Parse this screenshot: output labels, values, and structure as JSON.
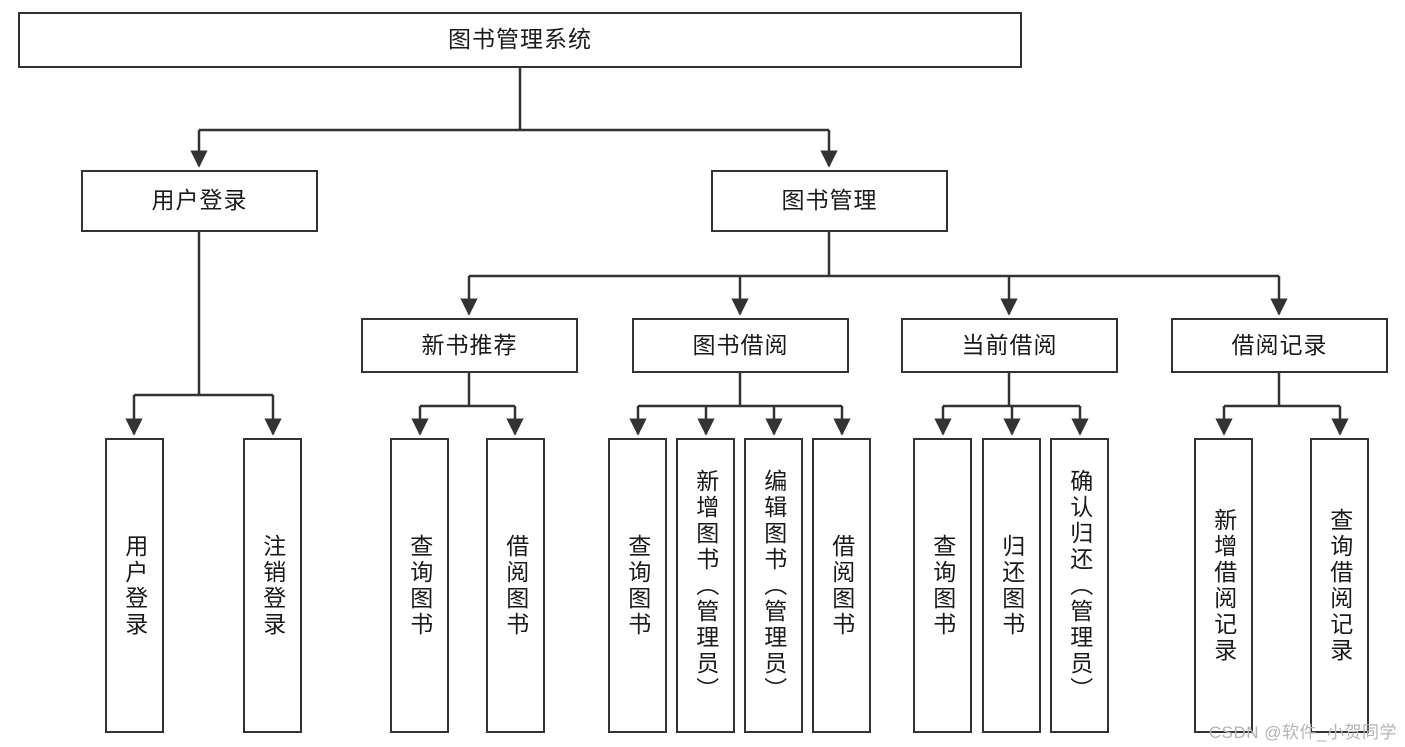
{
  "diagram": {
    "title": "图书管理系统",
    "type": "tree-hierarchy-diagram",
    "colors": {
      "background": "#ffffff",
      "node_fill": "#ffffff",
      "node_stroke": "#333333",
      "connector": "#333333",
      "text": "#1a1a1a",
      "watermark": "#b4b4b4"
    },
    "root": {
      "label": "图书管理系统"
    },
    "level2": [
      {
        "label": "用户登录"
      },
      {
        "label": "图书管理"
      }
    ],
    "level3": [
      {
        "label": "新书推荐"
      },
      {
        "label": "图书借阅"
      },
      {
        "label": "当前借阅"
      },
      {
        "label": "借阅记录"
      }
    ],
    "leaves": {
      "user_login": [
        {
          "label": "用户登录"
        },
        {
          "label": "注销登录"
        }
      ],
      "new_book_recommend": [
        {
          "label": "查询图书"
        },
        {
          "label": "借阅图书"
        }
      ],
      "book_borrow": [
        {
          "label": "查询图书"
        },
        {
          "label": "新增图书（管理员）"
        },
        {
          "label": "编辑图书（管理员）"
        },
        {
          "label": "借阅图书"
        }
      ],
      "current_borrow": [
        {
          "label": "查询图书"
        },
        {
          "label": "归还图书"
        },
        {
          "label": "确认归还（管理员）"
        }
      ],
      "borrow_record": [
        {
          "label": "新增借阅记录"
        },
        {
          "label": "查询借阅记录"
        }
      ]
    }
  },
  "watermark": {
    "text": "CSDN @软件_小贺同学"
  }
}
